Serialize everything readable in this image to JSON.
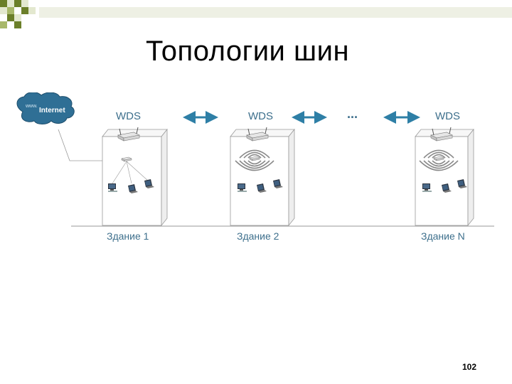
{
  "slide": {
    "title": "Топологии шин",
    "page_number": "102"
  },
  "deco": {
    "colors": [
      "#6b7f29",
      "#a8b86a",
      "#e3e8cf",
      "#ffffff"
    ]
  },
  "internet_cloud": {
    "lettering": "www.",
    "label": "Internet",
    "color": "#2f6f95"
  },
  "wds_label": "WDS",
  "ellipsis": "...",
  "buildings": [
    {
      "label": "Здание 1",
      "connection": "wired"
    },
    {
      "label": "Здание 2",
      "connection": "wireless"
    },
    {
      "label": "Здание N",
      "connection": "wireless"
    }
  ],
  "colors": {
    "arrow": "#2e7fa6",
    "text": "#3d6f8c",
    "building_edge": "#9a9a9a",
    "ground": "#9a9a9a"
  }
}
